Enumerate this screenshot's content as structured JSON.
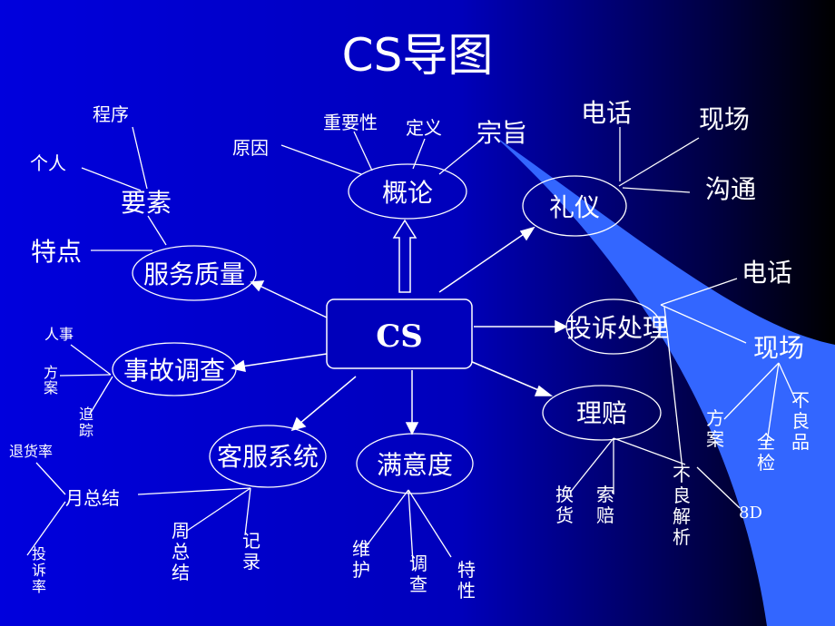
{
  "title": "CS导图",
  "colors": {
    "background": "#0000cc",
    "title": "#ffcc33",
    "center_text": "#ffcc33",
    "line": "#ffffff",
    "swoosh": "#3366ff"
  },
  "center": "CS",
  "nodes": {
    "concept": "概论",
    "etiquette": "礼仪",
    "service_quality": "服务质量",
    "complaint": "投诉处理",
    "accident": "事故调查",
    "claims": "理赔",
    "cs_system": "客服系统",
    "satisfaction": "满意度"
  },
  "labels": {
    "reason": "原因",
    "importance": "重要性",
    "definition": "定义",
    "purpose": "宗旨",
    "phone1": "电话",
    "scene1": "现场",
    "communication": "沟通",
    "procedure": "程序",
    "individual": "个人",
    "elements": "要素",
    "features": "特点",
    "phone2": "电话",
    "scene2": "现场",
    "plan2": "方案",
    "full_check": "全检",
    "defective": "不良品",
    "personnel": "人事",
    "plan1": "方案",
    "tracking": "追踪",
    "exchange": "换货",
    "compensation": "索赔",
    "defect_analysis": "不良解析",
    "eight_d": "8D",
    "return_rate": "退货率",
    "monthly_summary": "月总结",
    "complaint_rate": "投诉率",
    "weekly_summary": "周总结",
    "record": "记录",
    "maintain": "维护",
    "survey": "调查",
    "characteristics": "特性"
  }
}
